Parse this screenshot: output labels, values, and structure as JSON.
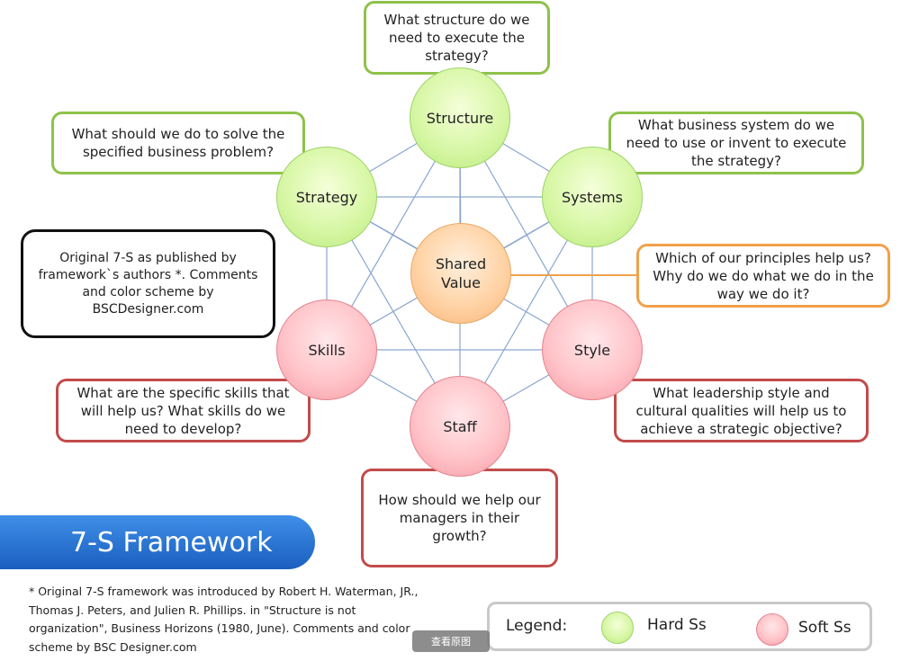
{
  "nodes": {
    "structure": "Structure",
    "strategy": "Strategy",
    "systems": "Systems",
    "shared_value": "Shared Value",
    "skills": "Skills",
    "style": "Style",
    "staff": "Staff"
  },
  "questions": {
    "structure": "What structure do we need to execute the strategy?",
    "strategy": "What should we do to solve the specified business problem?",
    "systems": "What business system do we need to use or invent to execute the strategy?",
    "shared_value": "Which of our principles help us? Why do we do what we do in the way we do it?",
    "skills": "What are the specific skills that will help us? What skills do we need to develop?",
    "style": "What leadership style and cultural qualities will help us to achieve a strategic objective?",
    "staff": "How should we help our managers in their growth?"
  },
  "note": "Original 7-S as published by framework`s authors *. Comments and color scheme by BSCDesigner.com",
  "title": "7-S Framework",
  "footnote": "* Original 7-S framework was introduced by Robert H. Waterman, JR., Thomas J. Peters, and Julien R. Phillips. in \"Structure is not organization\", Business Horizons (1980, June). Comments and color scheme by BSC Designer.com",
  "legend": {
    "label": "Legend:",
    "hard": "Hard Ss",
    "soft": "Soft Ss"
  },
  "watermark": "查看原图",
  "colors": {
    "hard_s": "#c9f08f",
    "soft_s": "#ffb3bb",
    "shared_value": "#ffc891",
    "connector": "#8aa6cf",
    "title_banner": "#2a74d4"
  }
}
